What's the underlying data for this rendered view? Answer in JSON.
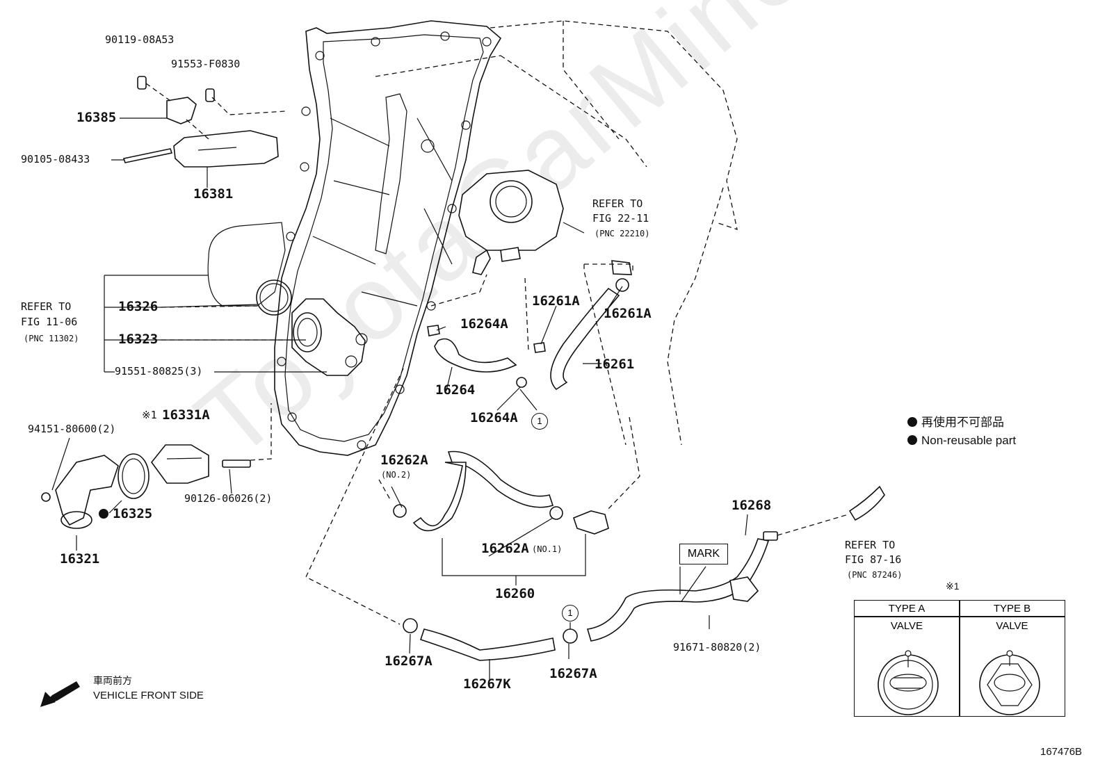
{
  "watermark": "ToyotaCarMine.ru",
  "parts": {
    "p90119": "90119-08A53",
    "p91553": "91553-F0830",
    "p16385": "16385",
    "p90105": "90105-08433",
    "p16381": "16381",
    "p16326": "16326",
    "p16323": "16323",
    "p91551": "91551-80825(3)",
    "p94151": "94151-80600(2)",
    "p16331A": "16331A",
    "p16331A_mark": "※1",
    "p16325": "16325",
    "p90126": "90126-06026(2)",
    "p16321": "16321",
    "p16264A_top": "16264A",
    "p16264": "16264",
    "p16264A_bot": "16264A",
    "p16261A_left": "16261A",
    "p16261A_right": "16261A",
    "p16261": "16261",
    "p16262A_top": "16262A",
    "p16262A_top_sub": "(NO.2)",
    "p16262A_mid": "16262A",
    "p16262A_mid_sub": "(NO.1)",
    "p16260": "16260",
    "p16268": "16268",
    "p91671": "91671-80820(2)",
    "p16267A_left": "16267A",
    "p16267K": "16267K",
    "p16267A_right": "16267A"
  },
  "refs": {
    "left_line1": "REFER TO",
    "left_line2": "FIG 11-06",
    "left_line3": "(PNC 11302)",
    "tb_line1": "REFER TO",
    "tb_line2": "FIG 22-11",
    "tb_line3": "(PNC 22210)",
    "right_line1": "REFER TO",
    "right_line2": "FIG 87-16",
    "right_line3": "(PNC 87246)"
  },
  "circle_marker": "1",
  "mark_label": "MARK",
  "legend": {
    "jp": "再使用不可部品",
    "en": "Non-reusable part"
  },
  "front": {
    "jp": "車両前方",
    "en": "VEHICLE FRONT SIDE"
  },
  "types": {
    "note": "※1",
    "type_a": "TYPE A",
    "type_b": "TYPE B",
    "valve_a": "VALVE",
    "valve_b": "VALVE"
  },
  "figure_id": "167476B"
}
